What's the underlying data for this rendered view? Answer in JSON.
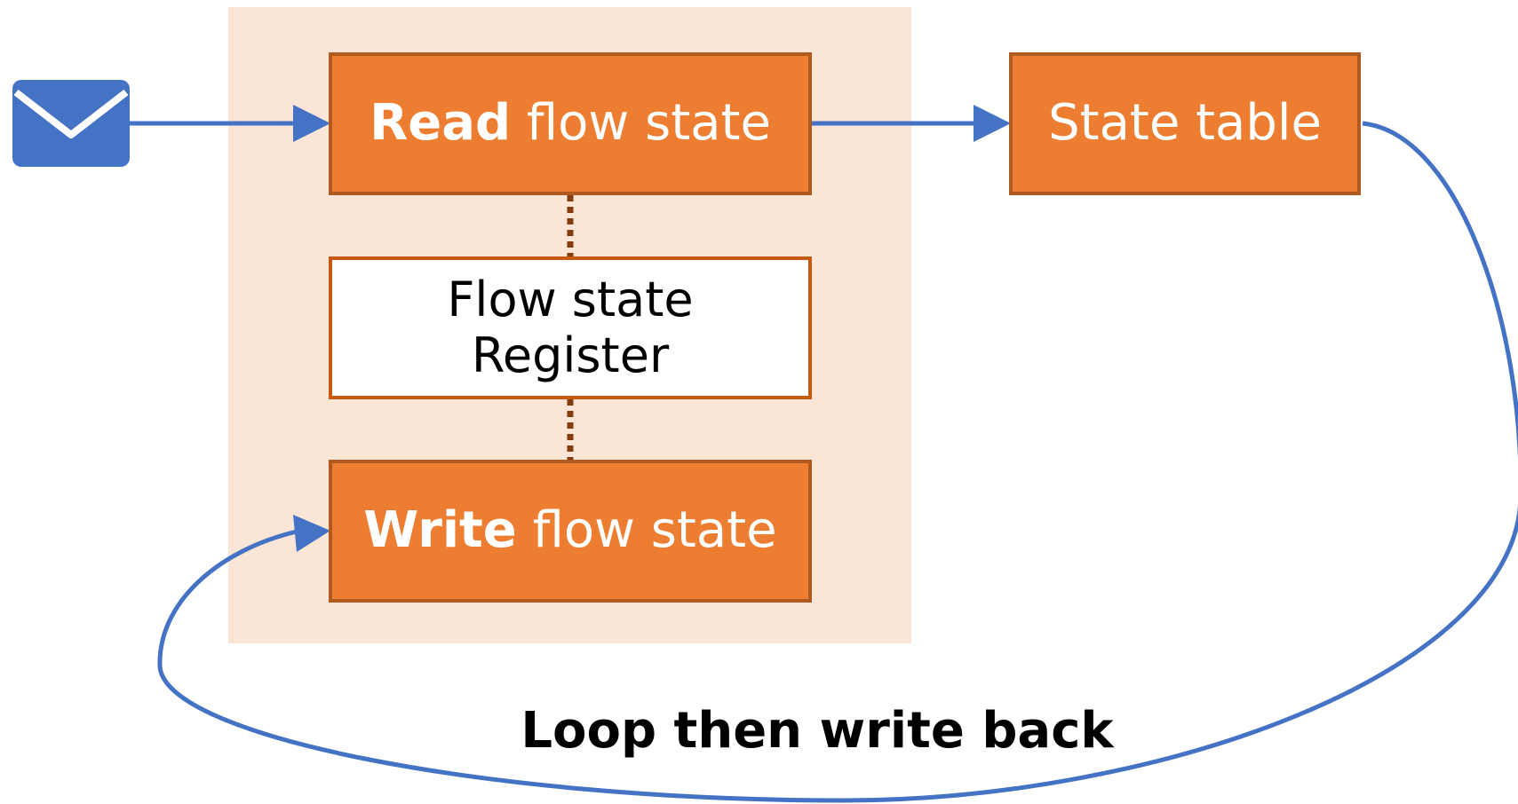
{
  "diagram": {
    "read_box": {
      "bold": "Read",
      "rest": " flow state"
    },
    "register_box": {
      "line1": "Flow state",
      "line2": "Register"
    },
    "write_box": {
      "bold": "Write",
      "rest": " flow state"
    },
    "state_table": {
      "label": "State table"
    },
    "loop_label": "Loop then write back",
    "colors": {
      "box_fill": "#ed7d31",
      "box_border": "#b05a20",
      "group_background": "#fbe5d6",
      "arrow": "#4472c4",
      "dotted_link": "#843c0c",
      "envelope": "#4472c4"
    },
    "icons": {
      "input": "envelope-icon"
    }
  }
}
